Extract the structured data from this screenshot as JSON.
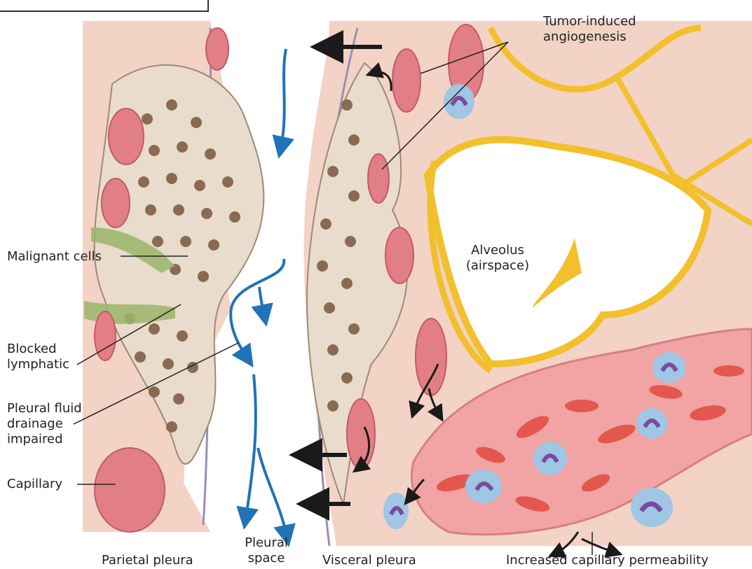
{
  "labels": {
    "tumor_angiogenesis": "Tumor-induced\nangiogenesis",
    "alveolus": "Alveolus\n(airspace)",
    "malignant_cells": "Malignant cells",
    "blocked_lymphatic": "Blocked\nlymphatic",
    "pleural_fluid": "Pleural fluid\ndrainage\nimpaired",
    "capillary": "Capillary",
    "parietal_pleura": "Parietal pleura",
    "pleural_space": "Pleural\nspace",
    "visceral_pleura": "Visceral pleura",
    "increased_permeability": "Increased capillary permeability"
  },
  "colors": {
    "tissue": "#f3d3c6",
    "tissue_dark": "#ecbcae",
    "cell_fill": "#e9dccd",
    "cell_nucleus": "#8a6a52",
    "vessel": "#e27f86",
    "rbc": "#e3574f",
    "alveolar_wall": "#f2c02c",
    "fluid_arrow": "#1f73b8",
    "black_arrow": "#1a1a1a",
    "leukocyte": "#9fc6e4",
    "leukocyte_nucleus": "#7a4a9e",
    "lymphatic": "#9bb56a"
  }
}
